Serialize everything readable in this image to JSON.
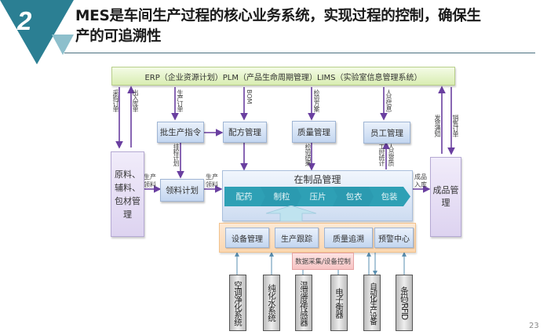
{
  "slide": {
    "section_number": "2",
    "title_line1": "MES是车间生产过程的核心业务系统，实现过程的控制，确保生",
    "title_line2": "产的可追溯性",
    "page_number": "23",
    "colors": {
      "accent_teal": "#2b7f93",
      "accent_light": "#8dbfcc",
      "arrow_purple": "#6a3fa0",
      "stage_teal": "#2ea0b5"
    }
  },
  "diagram": {
    "top_system": "ERP（企业资源计划）PLM（产品生命周期管理）LIMS（实验室信息管理系统）",
    "boxes": {
      "batch_order": "批生产指令",
      "recipe": "配方管理",
      "quality": "质量管理",
      "staff": "员工管理",
      "material_plan": "领料计划",
      "raw_materials": "原料、辅料、包材管理",
      "finished_goods": "成品管理"
    },
    "wip": {
      "title": "在制品管理",
      "stages": [
        "配药",
        "制粒",
        "压片",
        "包衣",
        "包装"
      ]
    },
    "modules": [
      "设备管理",
      "生产跟踪",
      "质量追溯",
      "预警中心"
    ],
    "data_collection": "数据采集/设备控制",
    "devices": [
      "空调净化系统",
      "纯化水系统",
      "温湿度传感器",
      "电子衡器",
      "自动化生产设备",
      "条码/RFID"
    ],
    "flow_labels": {
      "purchase_order": "采购订单",
      "inout_doc": "出入库单",
      "production_order": "生产订单",
      "bom": "BOM",
      "inspection_plan": "检验方案",
      "personnel_info": "人员信息",
      "delivery_notice": "发货通知",
      "sales_order": "销售订单",
      "schedule_plan": "排程计划",
      "inspection_result": "检验结果",
      "work_hours": "工时统计",
      "personnel_qual": "人员资质",
      "prod_pick_1": "生产领料",
      "prod_pick_2": "生产领料",
      "finished_in": "成品入库"
    }
  }
}
